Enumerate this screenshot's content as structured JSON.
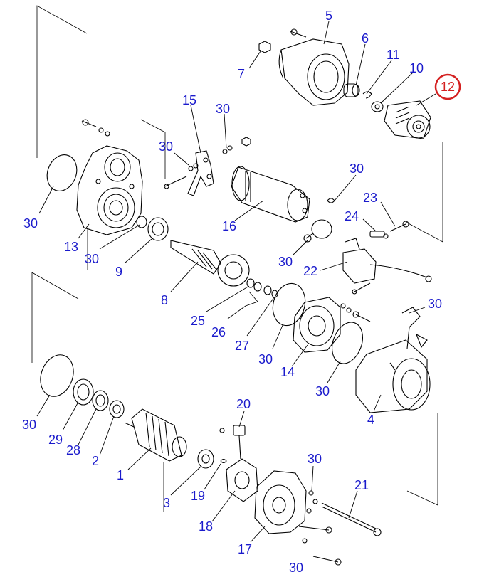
{
  "diagram": {
    "highlight_color": "#d42020",
    "label_color": "#1a1acc",
    "highlighted_part": "12",
    "part_labels": [
      "1",
      "2",
      "3",
      "4",
      "5",
      "6",
      "7",
      "8",
      "9",
      "10",
      "11",
      "12",
      "13",
      "14",
      "15",
      "16",
      "17",
      "18",
      "19",
      "20",
      "21",
      "22",
      "23",
      "24",
      "25",
      "26",
      "27",
      "28",
      "29",
      "30"
    ]
  }
}
